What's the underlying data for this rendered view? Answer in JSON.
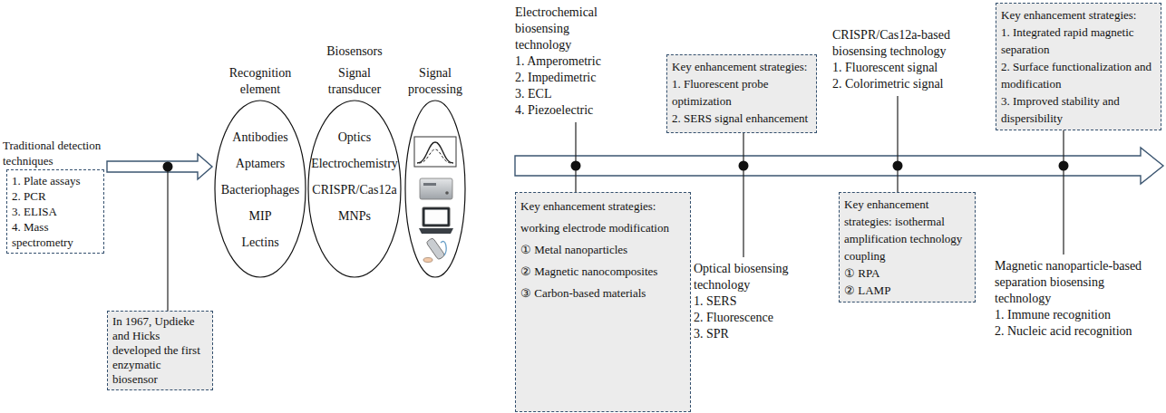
{
  "diagram": {
    "nodes": [
      {
        "text": [
          "Traditional detection techniques",
          "1. Plate assays",
          "2. PCR",
          "3. ELISA",
          "4. Mass spectrometry"
        ]
      },
      {
        "text": [
          "In 1967, Updieke and Hicks developed the first enzymatic biosensor"
        ]
      },
      {
        "text": [
          "Recognition element",
          "Antibodies",
          "Aptamers",
          "Bacteriophages",
          "MIP",
          "Lectins"
        ]
      },
      {
        "text": [
          "Signal transducer",
          "Optics",
          "Electrochemistry",
          "CRISPR/Cas12a",
          "MNPs"
        ]
      },
      {
        "text": [
          "Signal processing"
        ]
      },
      {
        "text": [
          "Key enhancement strategies: working electrode modification",
          "① Metal nanoparticles",
          "② Magnetic nanocomposites",
          "③ Carbon-based materials"
        ]
      },
      {
        "text": [
          "Key enhancement strategies:",
          "1. Fluorescent probe optimization",
          "2. SERS signal enhancement"
        ]
      },
      {
        "text": [
          "Key enhancement strategies: isothermal amplification technology coupling",
          "① RPA",
          "② LAMP"
        ]
      },
      {
        "text": [
          "Key enhancement strategies:",
          "1. Integrated rapid magnetic separation",
          "2. Surface functionalization and modification",
          "3. Improved stability and dispersibility"
        ]
      }
    ],
    "labels": [
      "Biosensors",
      "Electrochemical biosensing technology",
      "1. Amperometric",
      "2. Impedimetric",
      "3. ECL",
      "4. Piezoelectric",
      "Optical biosensing technology",
      "1. SERS",
      "2. Fluorescence",
      "3. SPR",
      "CRISPR/Cas12a-based biosensing technology",
      "1. Fluorescent signal",
      "2. Colorimetric signal",
      "Magnetic nanoparticle-based separation biosensing technology",
      "1. Immune recognition",
      "2. Nucleic acid recognition"
    ]
  }
}
